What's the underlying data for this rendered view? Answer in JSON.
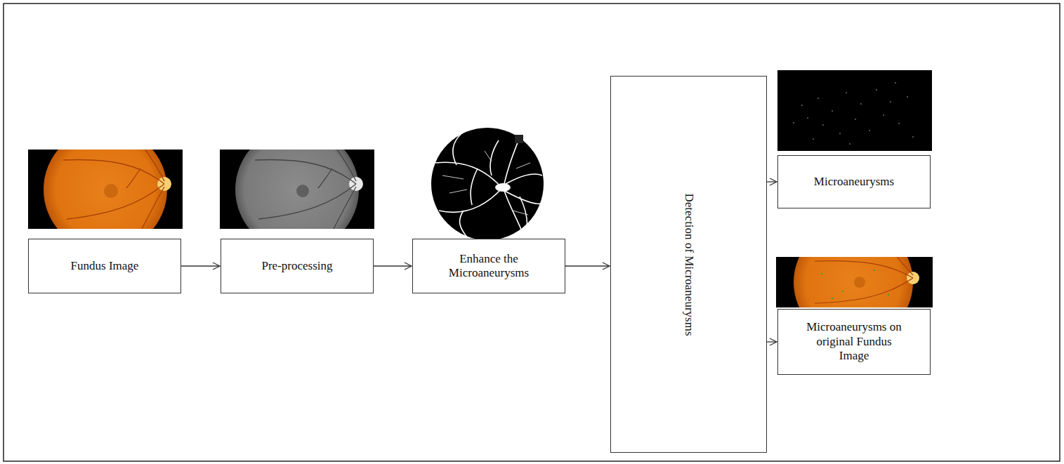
{
  "diagram": {
    "nodes": [
      {
        "text": [
          "Fundus Image"
        ]
      },
      {
        "text": [
          "Pre-processing"
        ]
      },
      {
        "text": [
          "Enhance the Microaneurysms"
        ]
      },
      {
        "text": [
          "Detection of Microaneurysms"
        ]
      },
      {
        "text": [
          "Microaneurysms"
        ]
      },
      {
        "text": [
          "Microaneurysms on original Fundus Image"
        ]
      }
    ],
    "edges": [
      {
        "from": 0,
        "to": 1,
        "arrow": "to"
      },
      {
        "from": 1,
        "to": 2,
        "arrow": "to"
      },
      {
        "from": 2,
        "to": 3,
        "arrow": "to"
      },
      {
        "from": 3,
        "to": 4,
        "arrow": "to"
      },
      {
        "from": 3,
        "to": 5,
        "arrow": "to"
      }
    ]
  }
}
